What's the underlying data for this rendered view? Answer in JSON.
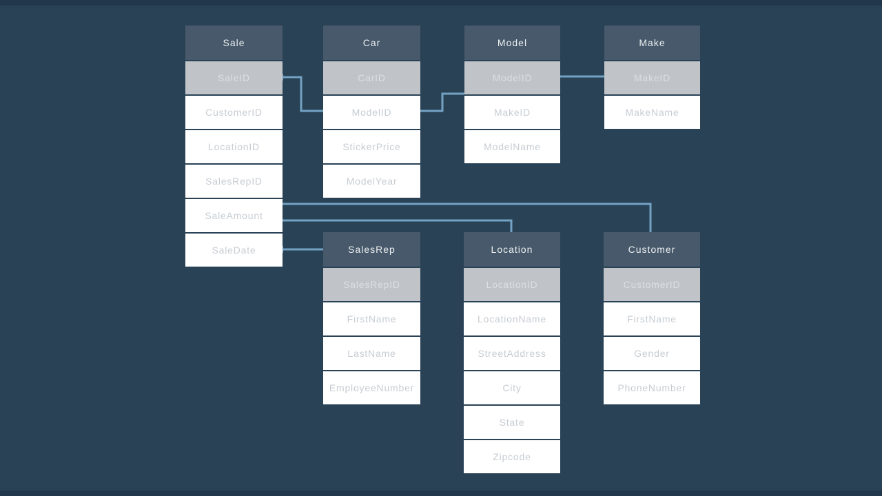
{
  "diagram": {
    "type": "entity-relationship-diagram",
    "colors": {
      "background": "#294255",
      "letterbox": "#22384a",
      "table_header_fill": "#47596a",
      "table_header_text": "#edf0f2",
      "key_row_fill": "#c0c4c9",
      "key_row_text": "#dcdfe2",
      "field_row_fill": "#ffffff",
      "field_row_text": "#c7ccd2",
      "connector_line": "#74a2c4"
    },
    "tables": [
      {
        "title": "Sale",
        "key": "SaleID",
        "fields": [
          "CustomerID",
          "LocationID",
          "SalesRepID",
          "SaleAmount",
          "SaleDate"
        ]
      },
      {
        "title": "Car",
        "key": "CarID",
        "fields": [
          "ModelID",
          "StickerPrice",
          "ModelYear"
        ]
      },
      {
        "title": "Model",
        "key": "ModelID",
        "fields": [
          "MakeID",
          "ModelName"
        ]
      },
      {
        "title": "Make",
        "key": "MakeID",
        "fields": [
          "MakeName"
        ]
      },
      {
        "title": "SalesRep",
        "key": "SalesRepID",
        "fields": [
          "FirstName",
          "LastName",
          "EmployeeNumber"
        ]
      },
      {
        "title": "Location",
        "key": "LocationID",
        "fields": [
          "LocationName",
          "StreetAddress",
          "City",
          "State",
          "Zipcode"
        ]
      },
      {
        "title": "Customer",
        "key": "CustomerID",
        "fields": [
          "FirstName",
          "Gender",
          "PhoneNumber"
        ]
      }
    ],
    "connections": [
      {
        "from": "Sale.SaleID",
        "to": "Car.ModelID"
      },
      {
        "from": "Car.ModelID",
        "to": "Model.ModelID"
      },
      {
        "from": "Make.MakeID",
        "to": "Model.ModelID"
      },
      {
        "from": "Sale.SaleAmount",
        "to": "Customer"
      },
      {
        "from": "Sale.SaleAmount",
        "to": "Location"
      },
      {
        "from": "Sale.SaleDate",
        "to": "SalesRep"
      }
    ]
  }
}
